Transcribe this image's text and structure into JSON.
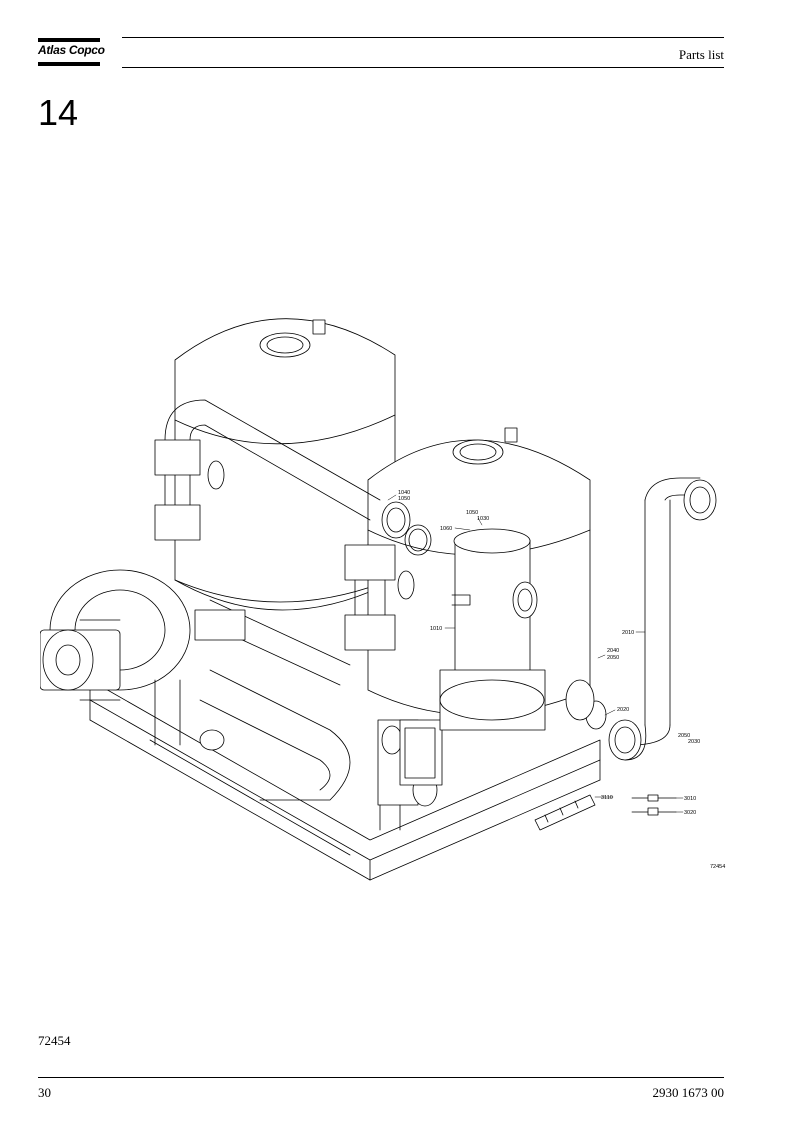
{
  "header": {
    "logo_text": "Atlas Copco",
    "title": "Parts list"
  },
  "chapter_number": "14",
  "drawing": {
    "callouts": {
      "c1040": "1040",
      "c1050a": "1050",
      "c1060": "1060",
      "c1050b": "1050",
      "c1030": "1030",
      "c1010": "1010",
      "c2010": "2010",
      "c2040": "2040",
      "c2050a": "2050",
      "c2020": "2020",
      "c2050b": "2050",
      "c2030": "2030",
      "c3110": "3110",
      "c3010": "3010",
      "c3020": "3020"
    },
    "drawing_id": "72454"
  },
  "figure_id": "72454",
  "footer": {
    "page_number": "30",
    "document_number": "2930 1673 00"
  }
}
